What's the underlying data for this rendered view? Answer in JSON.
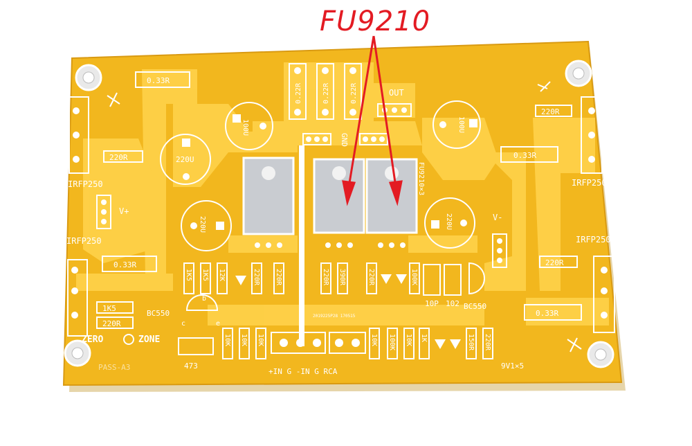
{
  "annotation": {
    "title": "FU9210",
    "color": "#e31b23"
  },
  "board": {
    "name": "PASS-A3",
    "brand_left": "ZERO",
    "brand_right": "ZONE",
    "board_color": "#f2b71e",
    "copper_color": "#ffd24a",
    "silk_color": "#ffffff"
  },
  "labels": {
    "out": "OUT",
    "gnd": "GND",
    "vplus": "V+",
    "vminus": "V-",
    "irfp_tl": "IRFP250",
    "irfp_bl": "IRFP250",
    "irfp_tr": "IRFP250",
    "irfp_br": "IRFP250",
    "fu_ref": "FU9210×3",
    "bc_left": "BC550",
    "bc_right": "BC550",
    "cap_473": "473",
    "cap_10p": "10P",
    "cap_102": "102",
    "zener": "9V1×5",
    "inputs": "+IN  G  -IN G  RCA",
    "date_code": "2019225P28 170515"
  },
  "components": {
    "r033_tl": "0.33R",
    "r033_bl": "0.33R",
    "r033_tr": "0.33R",
    "r033_br": "0.33R",
    "r220_l": "220R",
    "r220_tr": "220R",
    "r220_r": "220R",
    "r220_bot": "220R",
    "r1k5_a": "1K5",
    "r1k5_b": "1K5",
    "r1k5_c": "1K5",
    "r22_1": "0.22R",
    "r22_2": "0.22R",
    "r22_3": "0.22R",
    "c100u_l": "100U",
    "c100u_r": "100U",
    "c220u_tl": "220U",
    "c220u_bl": "220U",
    "c220u_r": "220U",
    "r12k": "12K",
    "r220r_a": "220R",
    "r220r_b": "220R",
    "r220r_c": "220R",
    "r220r_d": "220R",
    "r390": "390R",
    "r100k_a": "100K",
    "r100k_b": "100K",
    "r10k_a": "10K",
    "r10k_b": "10K",
    "r10k_c": "10K",
    "r10k_d": "10K",
    "r1k": "1K",
    "r150r": "150R"
  },
  "pin_labels": {
    "c": "c",
    "b": "b",
    "e": "e"
  }
}
